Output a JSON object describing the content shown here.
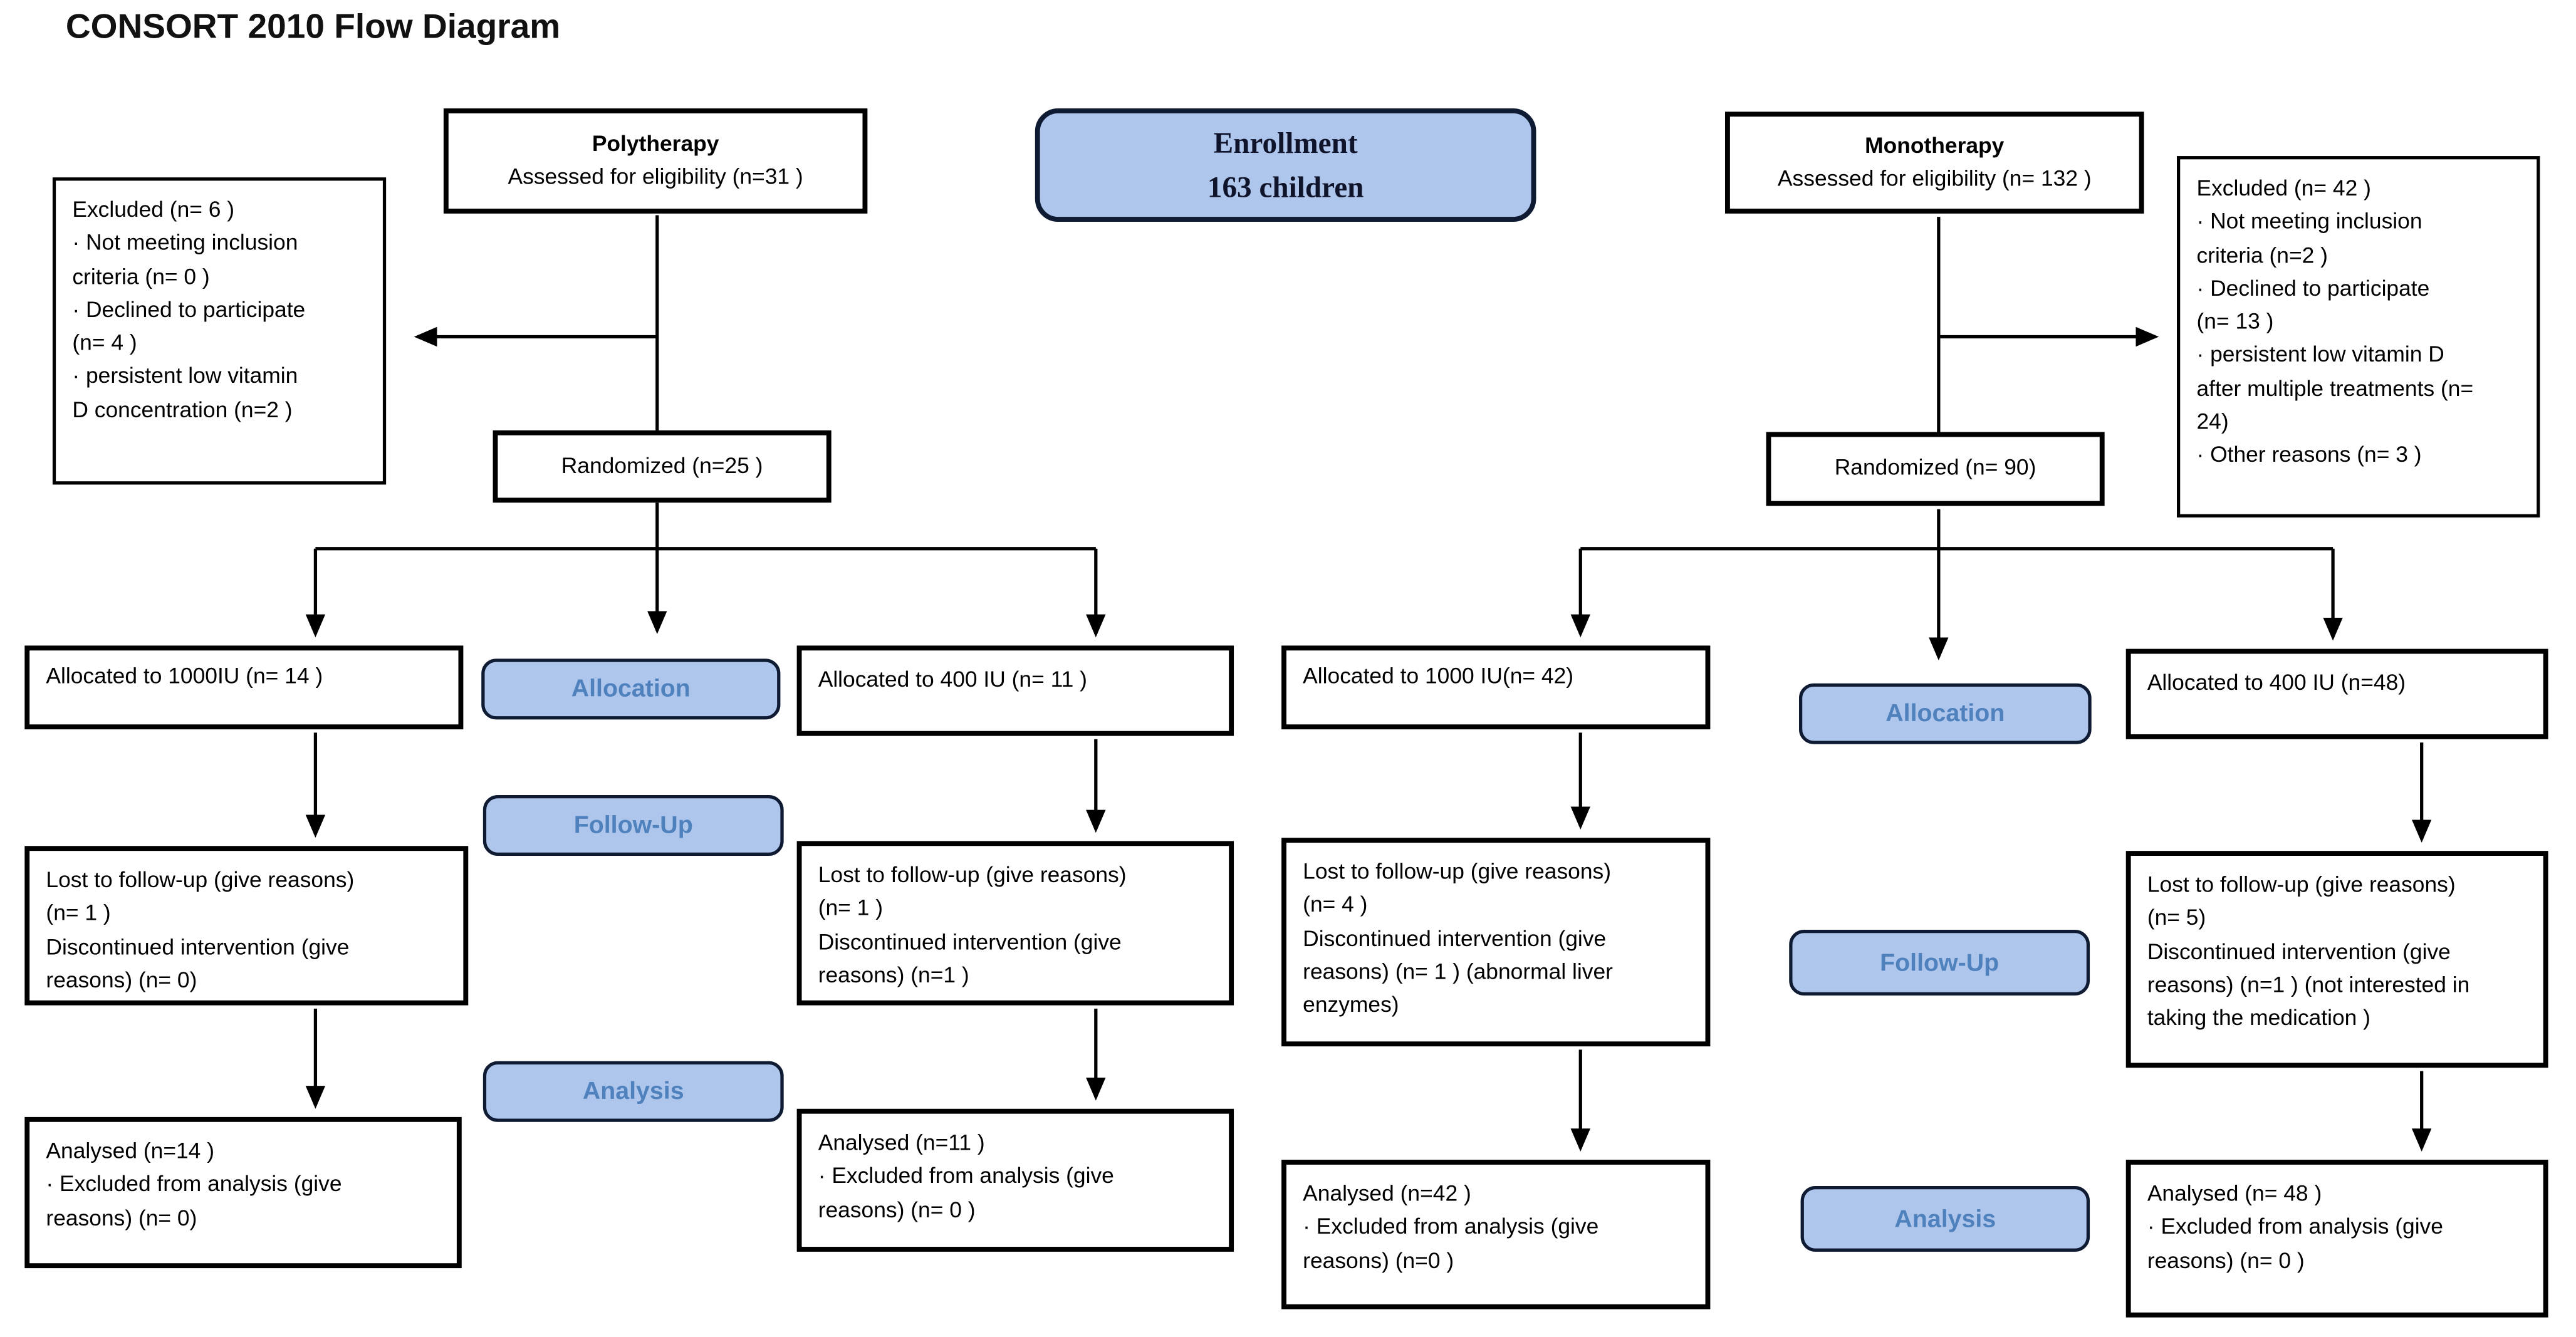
{
  "title": "CONSORT 2010 Flow Diagram",
  "colors": {
    "badge_fill": "#aec5ec",
    "badge_border": "#0f1b33",
    "badge_text": "#4f81bd",
    "box_border": "#000000",
    "background": "#ffffff"
  },
  "enrollment": {
    "title": "Enrollment",
    "subtitle": "163 children"
  },
  "badges": {
    "allocation": "Allocation",
    "followup": "Follow-Up",
    "analysis": "Analysis"
  },
  "polytherapy": {
    "name": "Polytherapy",
    "assessed": "Assessed for eligibility (n=31  )",
    "excluded": "Excluded  (n= 6  )\n·  Not meeting inclusion\ncriteria (n= 0 )\n·  Declined to participate\n(n= 4 )\n· persistent low vitamin\nD concentration (n=2  )",
    "randomized": "Randomized (n=25  )",
    "allocated_1000": "Allocated to 1000IU (n= 14 )",
    "allocated_400": "Allocated to 400 IU (n= 11 )",
    "lost_1000": "Lost to follow-up (give reasons)\n(n= 1 )\nDiscontinued intervention (give\nreasons) (n= 0)",
    "lost_400": "Lost to follow-up (give reasons)\n(n= 1 )\nDiscontinued intervention (give\nreasons) (n=1 )",
    "analysed_1000": "Analysed  (n=14  )\n· Excluded from analysis (give\nreasons) (n= 0)",
    "analysed_400": "Analysed  (n=11  )\n· Excluded from analysis (give\nreasons) (n= 0 )"
  },
  "monotherapy": {
    "name": "Monotherapy",
    "assessed": "Assessed for eligibility (n= 132 )",
    "excluded": "Excluded  (n=  42 )\n·  Not meeting inclusion\ncriteria (n=2  )\n·  Declined to participate\n(n= 13 )\n· persistent low vitamin D\nafter multiple treatments (n=\n24)\n·  Other reasons (n= 3 )",
    "randomized": "Randomized (n= 90)",
    "allocated_1000": "Allocated to 1000 IU(n= 42)",
    "allocated_400": "Allocated to 400 IU (n=48)",
    "lost_1000": "Lost to follow-up (give reasons)\n(n= 4  )\nDiscontinued intervention (give\nreasons) (n= 1 ) (abnormal liver\nenzymes)",
    "lost_400": "Lost to follow-up (give reasons)\n(n= 5)\nDiscontinued intervention (give\nreasons) (n=1 ) (not interested in\ntaking the medication )",
    "analysed_1000": "Analysed  (n=42  )\n· Excluded from analysis (give\nreasons) (n=0 )",
    "analysed_400": "Analysed  (n= 48 )\n· Excluded from analysis (give\nreasons) (n= 0 )"
  }
}
